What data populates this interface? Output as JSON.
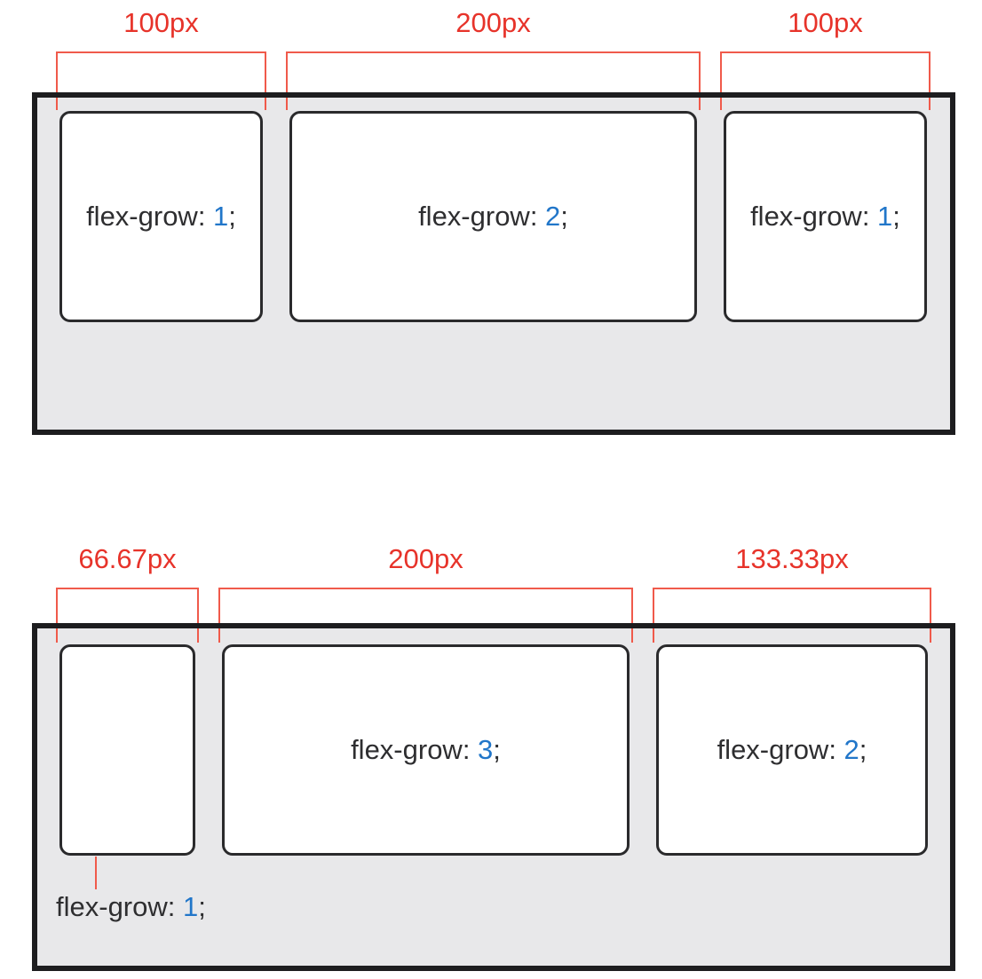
{
  "colors": {
    "label_red": "#e7332a",
    "line_red": "#f05a4b",
    "number_blue": "#2176c9",
    "code_text": "#2e2e30",
    "container_bg": "#e8e8ea",
    "container_border": "#1d1d1f",
    "box_bg": "#ffffff",
    "box_border": "#2a2a2c"
  },
  "fig1": {
    "measurements": [
      {
        "label": "100px"
      },
      {
        "label": "200px"
      },
      {
        "label": "100px"
      }
    ],
    "boxes": [
      {
        "prefix": "flex-grow: ",
        "value": "1",
        "suffix": ";"
      },
      {
        "prefix": "flex-grow: ",
        "value": "2",
        "suffix": ";"
      },
      {
        "prefix": "flex-grow: ",
        "value": "1",
        "suffix": ";"
      }
    ]
  },
  "fig2": {
    "measurements": [
      {
        "label": "66.67px"
      },
      {
        "label": "200px"
      },
      {
        "label": "133.33px"
      }
    ],
    "boxes": [
      {
        "prefix": "",
        "value": "",
        "suffix": ""
      },
      {
        "prefix": "flex-grow: ",
        "value": "3",
        "suffix": ";"
      },
      {
        "prefix": "flex-grow: ",
        "value": "2",
        "suffix": ";"
      }
    ],
    "outside_label": {
      "prefix": "flex-grow: ",
      "value": "1",
      "suffix": ";"
    }
  }
}
